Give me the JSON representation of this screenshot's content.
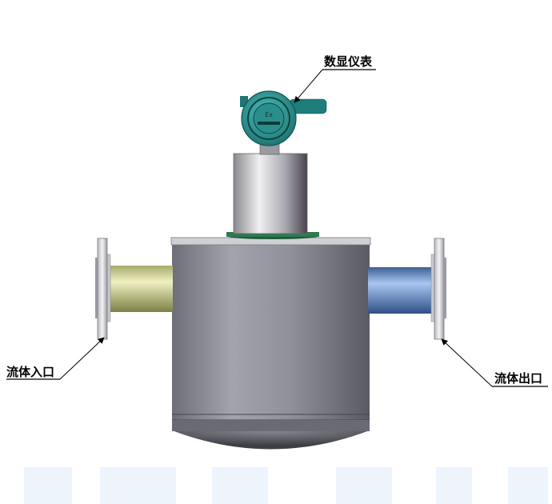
{
  "labels": {
    "display_meter": "数显仪表",
    "fluid_inlet": "流体入口",
    "fluid_outlet": "流体出口"
  },
  "colors": {
    "body": "#8f8f99",
    "inlet_pipe": "#c9cc8c",
    "outlet_pipe": "#5f88c4",
    "display_housing": "#2f9e9c",
    "background": "#ffffff"
  }
}
